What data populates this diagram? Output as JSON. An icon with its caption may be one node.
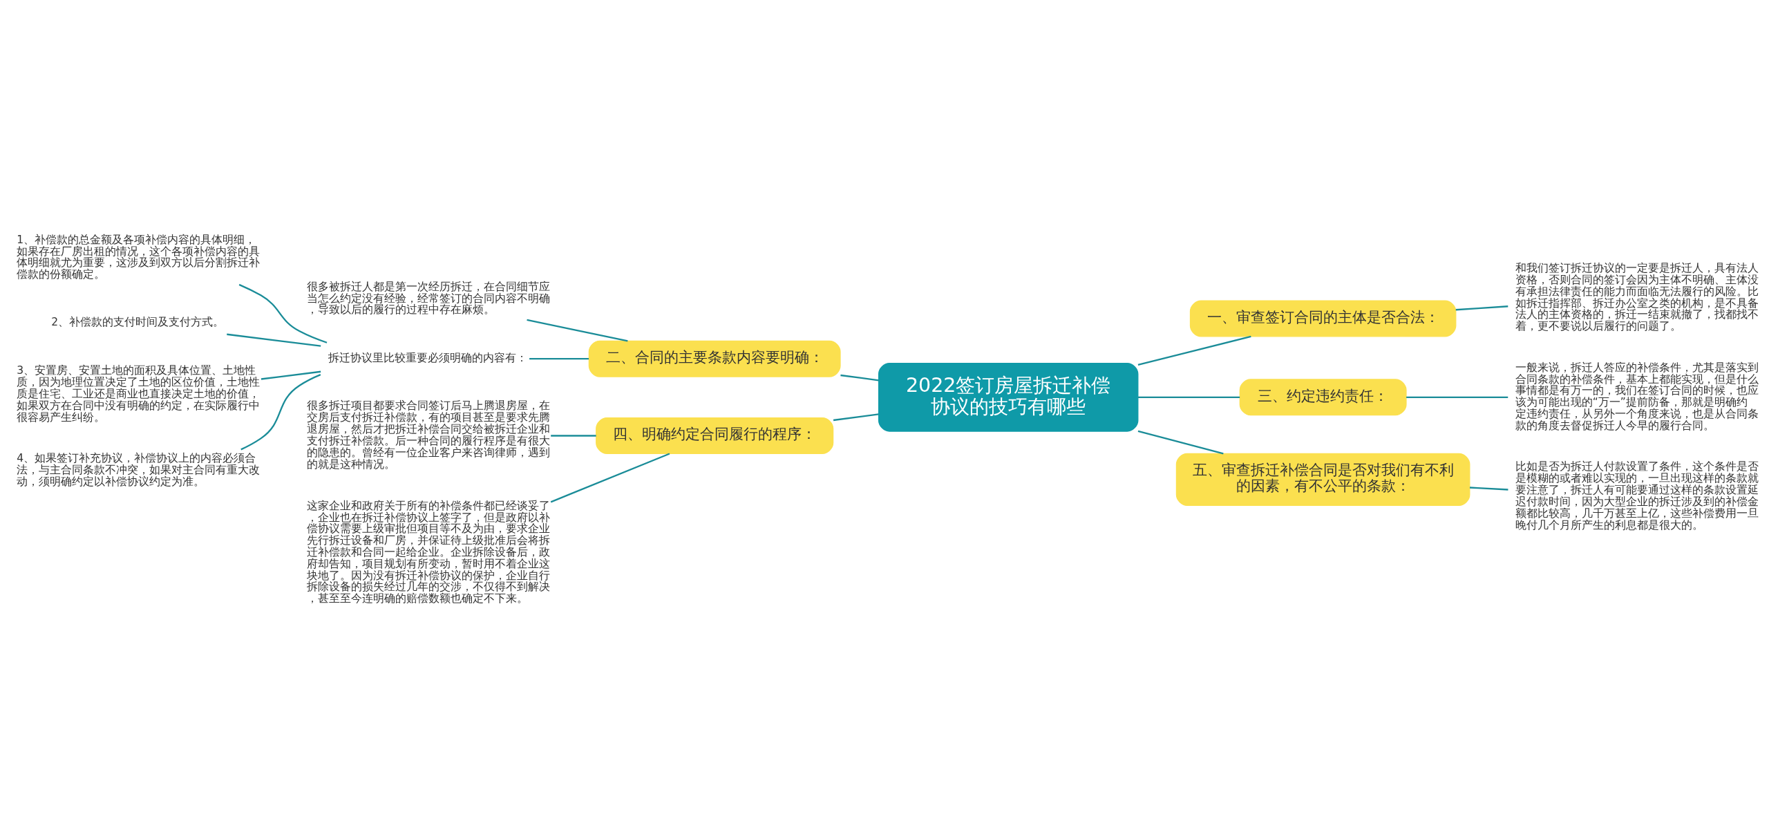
{
  "diagram": {
    "nodes": [
      {
        "text": [
          "2022签订房屋拆迁补偿协议的技巧有哪些"
        ]
      },
      {
        "text": [
          "二、合同的主要条款内容要明确："
        ]
      },
      {
        "text": [
          "很多被拆迁人都是第一次经历拆迁，在合同细节应当怎么约定没有经验，经常签订的合同内容不明确，导致以后的履行的过程中存在麻烦。"
        ]
      },
      {
        "text": [
          "拆迁协议里比较重要必须明确的内容有："
        ]
      },
      {
        "text": [
          "1、补偿款的总金额及各项补偿内容的具体明细，如果存在厂房出租的情况，这个各项补偿内容的具体明细就尤为重要，这涉及到双方以后分割拆迁补偿款的份额确定。"
        ]
      },
      {
        "text": [
          "2、补偿款的支付时间及支付方式。"
        ]
      },
      {
        "text": [
          "3、安置房、安置土地的面积及具体位置、土地性质，因为地理位置决定了土地的区位价值，土地性质是住宅、工业还是商业也直接决定土地的价值，如果双方在合同中没有明确的约定，在实际履行中很容易产生纠纷。"
        ]
      },
      {
        "text": [
          "4、如果签订补充协议，补偿协议上的内容必须合法，与主合同条款不冲突，如果对主合同有重大改动，须明确约定以补偿协议约定为准。"
        ]
      },
      {
        "text": [
          "四、明确约定合同履行的程序："
        ]
      },
      {
        "text": [
          "很多拆迁项目都要求合同签订后马上腾退房屋，在交房后支付拆迁补偿款，有的项目甚至是要求先腾退房屋，然后才把拆迁补偿合同交给被拆迁企业和支付拆迁补偿款。后一种合同的履行程序是有很大的隐患的。曾经有一位企业客户来咨询律师，遇到的就是这种情况。"
        ]
      },
      {
        "text": [
          "这家企业和政府关于所有的补偿条件都已经谈妥了，企业也在拆迁补偿协议上签字了，但是政府以补偿协议需要上级审批但项目等不及为由，要求企业先行拆迁设备和厂房，并保证待上级批准后会将拆迁补偿款和合同一起给企业。企业拆除设备后，政府却告知，项目规划有所变动，暂时用不着企业这块地了。因为没有拆迁补偿协议的保护，企业自行拆除设备的损失经过几年的交涉，不仅得不到解决，甚至至今连明确的赔偿数额也确定不下来。"
        ]
      },
      {
        "text": [
          "一、审查签订合同的主体是否合法："
        ]
      },
      {
        "text": [
          "和我们签订拆迁协议的一定要是拆迁人，具有法人资格，否则合同的签订会因为主体不明确、主体没有承担法律责任的能力而面临无法履行的风险。比如拆迁指挥部、拆迁办公室之类的机构，是不具备法人的主体资格的，拆迁一结束就撤了，找都找不着，更不要说以后履行的问题了。"
        ]
      },
      {
        "text": [
          "三、约定违约责任："
        ]
      },
      {
        "text": [
          "一般来说，拆迁人答应的补偿条件，尤其是落实到合同条款的补偿条件，基本上都能实现，但是什么事情都是有万一的，我们在签订合同的时候，也应该为可能出现的“万一”提前防备，那就是明确约定违约责任，从另外一个角度来说，也是从合同条款的角度去督促拆迁人今早的履行合同。"
        ]
      },
      {
        "text": [
          "五、审查拆迁补偿合同是否对我们有不利的因素，有不公平的条款："
        ]
      },
      {
        "text": [
          "比如是否为拆迁人付款设置了条件，这个条件是否是模糊的或者难以实现的，一旦出现这样的条款就要注意了，拆迁人有可能要通过这样的条款设置延迟付款时间，因为大型企业的拆迁涉及到的补偿金额都比较高，几千万甚至上亿，这些补偿费用一旦晚付几个月所产生的利息都是很大的。"
        ]
      }
    ],
    "edges": [
      {
        "from": 0,
        "to": 1,
        "arrow": "none"
      },
      {
        "from": 1,
        "to": 2,
        "arrow": "none"
      },
      {
        "from": 1,
        "to": 3,
        "arrow": "none"
      },
      {
        "from": 3,
        "to": 4,
        "arrow": "none"
      },
      {
        "from": 3,
        "to": 5,
        "arrow": "none"
      },
      {
        "from": 3,
        "to": 6,
        "arrow": "none"
      },
      {
        "from": 3,
        "to": 7,
        "arrow": "none"
      },
      {
        "from": 0,
        "to": 8,
        "arrow": "none"
      },
      {
        "from": 8,
        "to": 9,
        "arrow": "none"
      },
      {
        "from": 8,
        "to": 10,
        "arrow": "none"
      },
      {
        "from": 0,
        "to": 11,
        "arrow": "none"
      },
      {
        "from": 11,
        "to": 12,
        "arrow": "none"
      },
      {
        "from": 0,
        "to": 13,
        "arrow": "none"
      },
      {
        "from": 13,
        "to": 14,
        "arrow": "none"
      },
      {
        "from": 0,
        "to": 15,
        "arrow": "none"
      },
      {
        "from": 15,
        "to": 16,
        "arrow": "none"
      }
    ]
  }
}
